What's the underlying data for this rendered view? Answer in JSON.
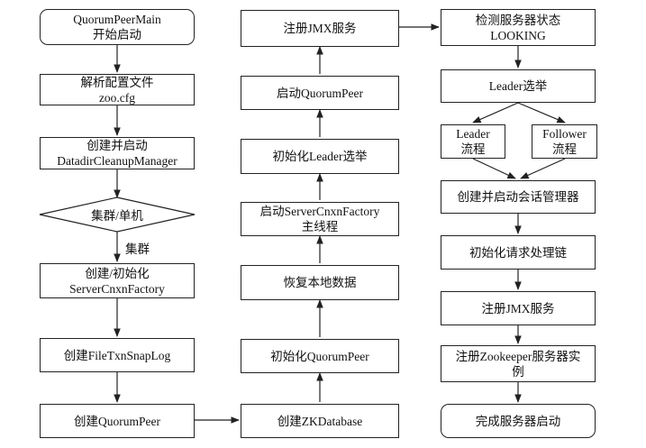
{
  "nodes": {
    "start": [
      "QuorumPeerMain",
      "开始启动"
    ],
    "parse": [
      "解析配置文件",
      "zoo.cfg"
    ],
    "cleanup": [
      "创建并启动",
      "DatadirCleanupManager"
    ],
    "cluster": [
      "集群/单机"
    ],
    "factory": [
      "创建/初始化",
      "ServerCnxnFactory"
    ],
    "snaplog": [
      "创建FileTxnSnapLog"
    ],
    "qpeer": [
      "创建QuorumPeer"
    ],
    "zkdb": [
      "创建ZKDatabase"
    ],
    "initqp": [
      "初始化QuorumPeer"
    ],
    "restore": [
      "恢复本地数据"
    ],
    "startcnxn": [
      "启动ServerCnxnFactory",
      "主线程"
    ],
    "initelect": [
      "初始化Leader选举"
    ],
    "startqp": [
      "启动QuorumPeer"
    ],
    "jmx1": [
      "注册JMX服务"
    ],
    "check": [
      "检测服务器状态",
      "LOOKING"
    ],
    "elect": [
      "Leader选举"
    ],
    "leader": [
      "Leader",
      "流程"
    ],
    "follower": [
      "Follower",
      "流程"
    ],
    "session": [
      "创建并启动会话管理器"
    ],
    "chain": [
      "初始化请求处理链"
    ],
    "jmx2": [
      "注册JMX服务"
    ],
    "zkjmx": [
      "注册Zookeeper服务器实",
      "例"
    ],
    "done": [
      "完成服务器启动"
    ]
  },
  "edge_labels": {
    "cluster_branch": "集群"
  }
}
